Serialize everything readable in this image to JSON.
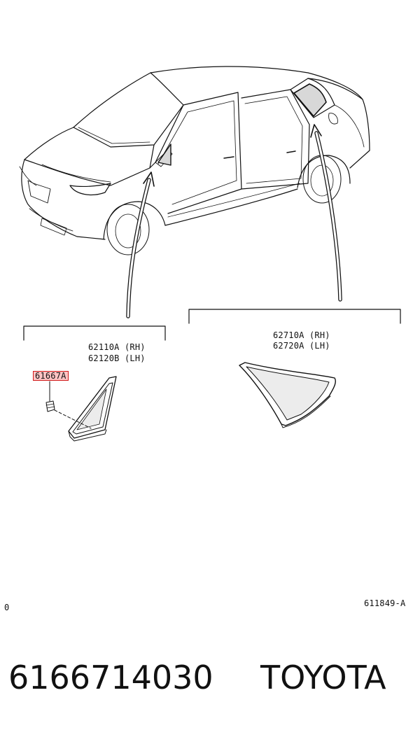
{
  "labels": {
    "front_part": [
      "62110A (RH)",
      "62120B (LH)"
    ],
    "rear_part": [
      "62710A (RH)",
      "62720A (LH)"
    ],
    "highlighted_part": "61667A",
    "page_index": "0",
    "figure_id": "611849-A"
  },
  "footer": {
    "part_number": "6166714030",
    "brand": "TOYOTA"
  },
  "colors": {
    "highlight_fill": "#ffc4c4",
    "highlight_border": "#d01818",
    "line": "#111111"
  }
}
